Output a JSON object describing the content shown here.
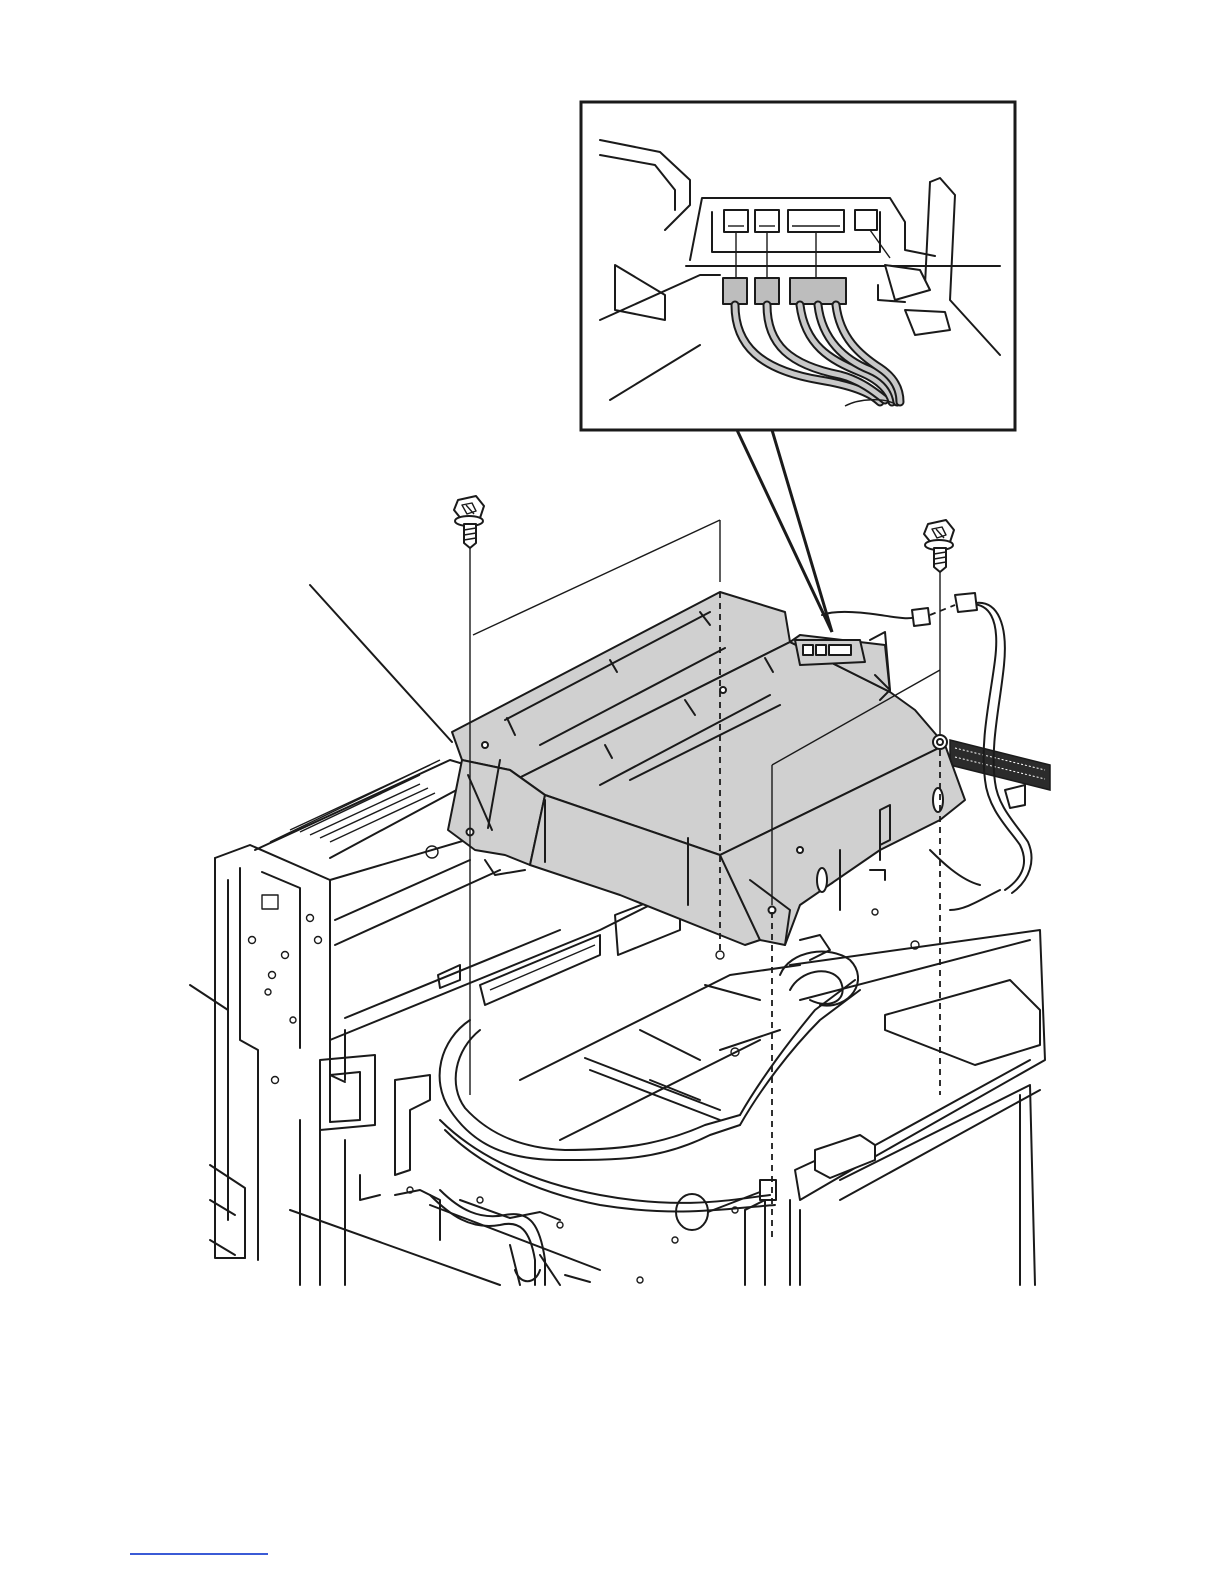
{
  "figure": {
    "type": "exploded parts diagram",
    "parts": [
      "detail-inset",
      "screw-left",
      "screw-right",
      "gray-enclosure",
      "printer-frame",
      "wire-harness",
      "callout-leader"
    ],
    "colors": {
      "line": "#1a1a1a",
      "highlight": "#d0d0d0",
      "background": "#ffffff",
      "link_rule": "#3b5bd6"
    }
  }
}
